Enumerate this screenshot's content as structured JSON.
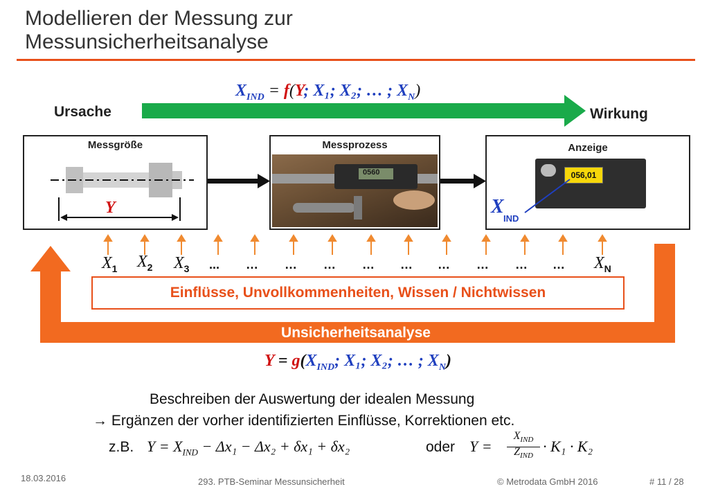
{
  "title_line1": "Modellieren der Messung zur",
  "title_line2": "Messunsicherheitsanalyse",
  "formula_top": {
    "lhs": "X",
    "lhs_sub": "IND",
    "eq": " = ",
    "f": "f",
    "open": "(",
    "y": "Y",
    "args": "; X₁; X₂; … ; X",
    "args_sub": "N",
    "close": ")"
  },
  "cause_label": "Ursache",
  "effect_label": "Wirkung",
  "boxes": {
    "messgroesse": "Messgröße",
    "messprozess": "Messprozess",
    "anzeige": "Anzeige"
  },
  "y_symbol": "Y",
  "display_value": "056,01",
  "caliper_value": "0560",
  "xind_symbol": "X",
  "xind_sub": "IND",
  "inputs": {
    "x1": "X",
    "x1_sub": "1",
    "x2": "X",
    "x2_sub": "2",
    "x3": "X",
    "x3_sub": "3",
    "xn": "X",
    "xn_sub": "N",
    "ellipses": [
      "...",
      "…",
      "…",
      "…",
      "…",
      "…",
      "…",
      "…",
      "…",
      "…"
    ]
  },
  "influences_text": "Einflüsse, Unvollkommenheiten, Wissen / Nichtwissen",
  "uncertainty_label": "Unsicherheitsanalyse",
  "formula_bottom": {
    "lhs": "Y",
    "eq": " = ",
    "g": "g",
    "open": "(",
    "xind": "X",
    "xind_sub": "IND",
    "args": "; X₁; X₂; … ; X",
    "args_sub": "N",
    "close": ")"
  },
  "text_line1": "Beschreiben der Auswertung der idealen Messung",
  "text_line2": "→ Ergänzen der vorher identifizierten Einflüsse, Korrektionen etc.",
  "example": {
    "prefix": "z.B.",
    "eq1_lhs": "Y",
    "eq1_rhs": " = X",
    "eq1_sub": "IND",
    "eq1_rest": " − Δx₁ − Δx₂ + δx₁ + δx₂",
    "or": "oder",
    "eq2_lhs": "Y =",
    "frac_num": "X",
    "frac_num_sub": "IND",
    "frac_den": "Z",
    "frac_den_sub": "IND",
    "eq2_rest": "· K₁ · K₂"
  },
  "footer": {
    "date": "18.03.2016",
    "seminar": "293. PTB-Seminar Messunsicherheit",
    "copyright": "© Metrodata GmbH 2016",
    "page": "# 11 / 28"
  },
  "colors": {
    "accent": "#e8501a",
    "green_arrow": "#1aaa4a",
    "formula_blue": "#1f3fbf",
    "y_red": "#d01010"
  }
}
